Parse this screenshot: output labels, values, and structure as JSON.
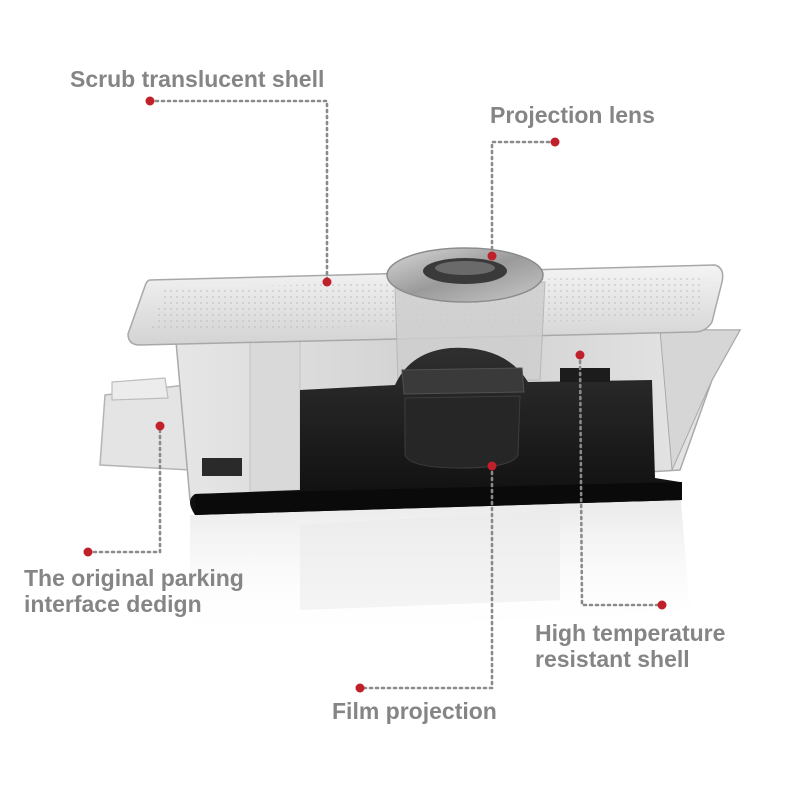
{
  "colors": {
    "label_text": "#858585",
    "marker": "#c0202a",
    "leader": "#8a8a8a",
    "background": "#ffffff"
  },
  "callouts": {
    "shell": {
      "label": "Scrub translucent shell"
    },
    "lens": {
      "label": "Projection lens"
    },
    "parking": {
      "line1": "The original parking",
      "line2": "interface dedign"
    },
    "temperature": {
      "line1": "High temperature",
      "line2": "resistant shell"
    },
    "film": {
      "label": "Film projection"
    }
  }
}
